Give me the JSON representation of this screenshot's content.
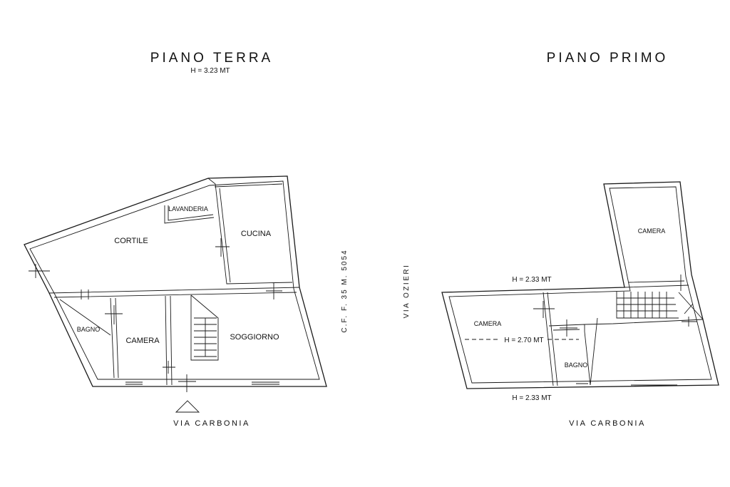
{
  "ground_floor": {
    "title": "PIANO TERRA",
    "height_note": "H = 3.23 MT",
    "rooms": {
      "cortile": "CORTILE",
      "lavanderia": "LAVANDERIA",
      "cucina": "CUCINA",
      "bagno": "BAGNO",
      "camera": "CAMERA",
      "soggiorno": "SOGGIORNO"
    },
    "street": "VIA CARBONIA"
  },
  "first_floor": {
    "title": "PIANO PRIMO",
    "rooms": {
      "camera_top": "CAMERA",
      "camera_left": "CAMERA",
      "bagno": "BAGNO"
    },
    "height_notes": {
      "upper": "H = 2.33 MT",
      "middle": "H = 2.70 MT",
      "lower": "H = 2.33 MT"
    },
    "street": "VIA CARBONIA"
  },
  "side_labels": {
    "cadastral": "C.F. F. 35 M. 5054",
    "via_ozieri": "VIA OZIERI"
  }
}
